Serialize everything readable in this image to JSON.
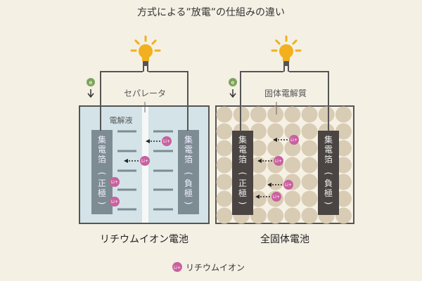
{
  "title": "方式による”放電”の仕組みの違い",
  "electron_label": "e",
  "ion_label": "Li+",
  "lithium_ion_battery": {
    "name": "リチウムイオン電池",
    "separator_label": "セパレータ",
    "electrolyte_label": "電解液",
    "positive_collector": [
      "集",
      "電",
      "箔",
      "(",
      "正",
      "極",
      ")"
    ],
    "negative_collector": [
      "集",
      "電",
      "箔",
      "(",
      "負",
      "極",
      ")"
    ]
  },
  "solid_state_battery": {
    "name": "全固体電池",
    "electrolyte_label": "固体電解質",
    "positive_collector": [
      "集",
      "電",
      "箔",
      "(",
      "正",
      "極",
      ")"
    ],
    "negative_collector": [
      "集",
      "電",
      "箔",
      "(",
      "負",
      "極",
      ")"
    ]
  },
  "legend": {
    "label": "リチウムイオン"
  },
  "colors": {
    "ion": "#c9609f",
    "electron": "#7ba35a",
    "bulb": "#f2b01e",
    "liquid": "#cfe0e4",
    "solid_particle": "#d9ccb4",
    "collector_liquid": "#7d8c92",
    "collector_solid": "#4a4442"
  }
}
